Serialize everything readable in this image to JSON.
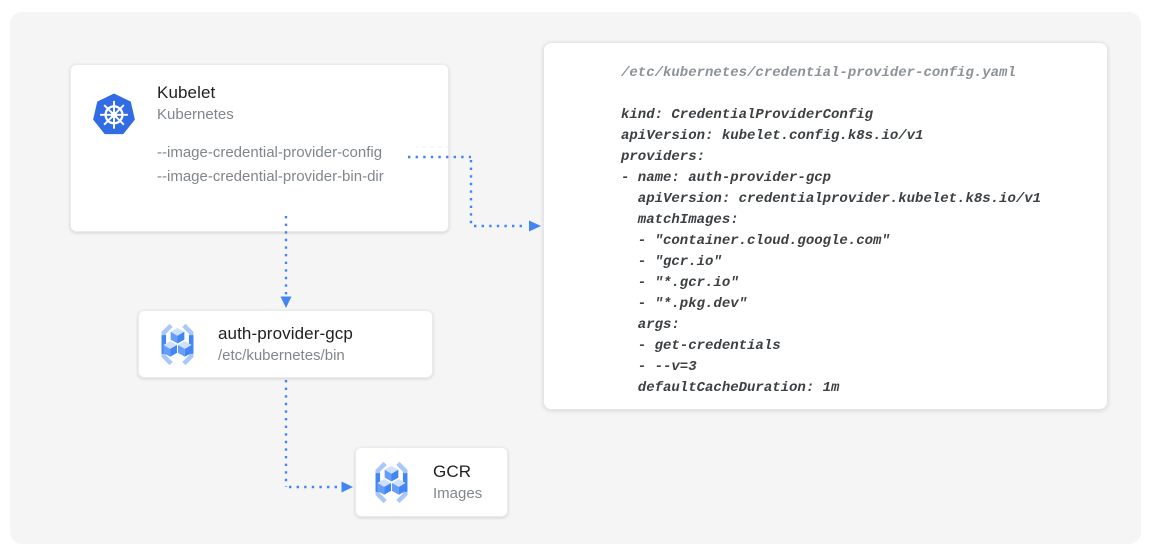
{
  "colors": {
    "accent": "#4285f4",
    "k8s_blue": "#326ce5",
    "gcr_light": "#a8c7fa",
    "gcr_mid": "#669df6",
    "gcr_top": "#cfe0fc",
    "canvas_bg": "#f5f5f6",
    "title_text": "#202124",
    "muted_text": "#80868b",
    "code_text": "#3c4043"
  },
  "kubelet_card": {
    "icon": "kubernetes-icon",
    "title": "Kubelet",
    "subtitle": "Kubernetes",
    "flags": [
      "--image-credential-provider-config",
      "--image-credential-provider-bin-dir"
    ]
  },
  "auth_provider_card": {
    "icon": "gcr-icon",
    "title": "auth-provider-gcp",
    "subtitle": "/etc/kubernetes/bin"
  },
  "gcr_card": {
    "icon": "gcr-icon",
    "title": "GCR",
    "subtitle": "Images"
  },
  "code_panel": {
    "path": "/etc/kubernetes/credential-provider-config.yaml",
    "lines": [
      "kind: CredentialProviderConfig",
      "apiVersion: kubelet.config.k8s.io/v1",
      "providers:",
      "- name: auth-provider-gcp",
      "  apiVersion: credentialprovider.kubelet.k8s.io/v1",
      "  matchImages:",
      "  - \"container.cloud.google.com\"",
      "  - \"gcr.io\"",
      "  - \"*.gcr.io\"",
      "  - \"*.pkg.dev\"",
      "  args:",
      "  - get-credentials",
      "  - --v=3",
      "  defaultCacheDuration: 1m"
    ]
  },
  "connections": [
    {
      "from": "kubelet-flag-config",
      "to": "credential-provider-config-panel",
      "style": "dotted-arrow"
    },
    {
      "from": "kubelet",
      "to": "auth-provider-gcp",
      "style": "dotted-arrow"
    },
    {
      "from": "auth-provider-gcp",
      "to": "gcr-images",
      "style": "dotted-arrow"
    }
  ]
}
